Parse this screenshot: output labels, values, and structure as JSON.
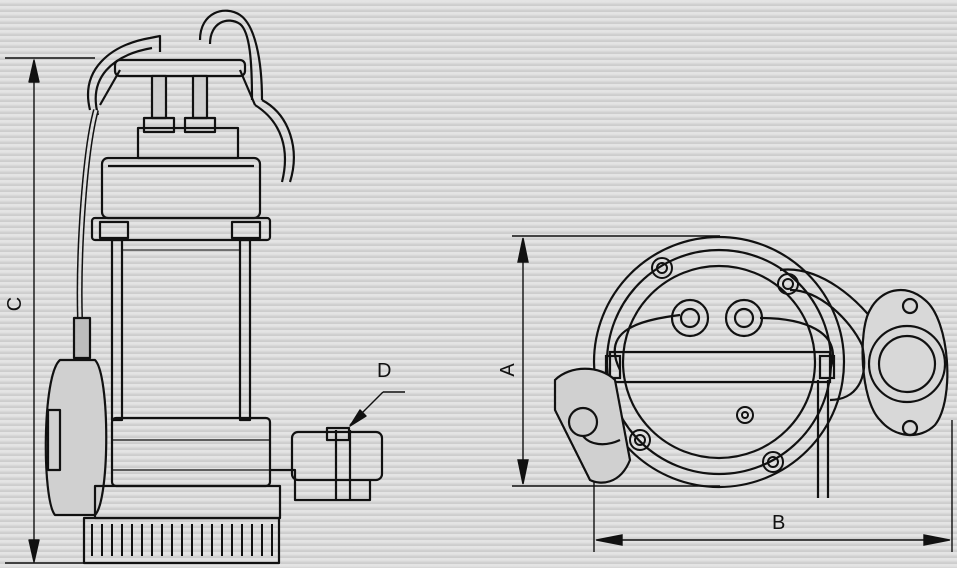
{
  "labels": {
    "height": "C",
    "depth": "A",
    "width": "B",
    "outlet": "D"
  },
  "colors": {
    "background": "#dcdcdc",
    "line": "#111111",
    "shade": "#bdbdbd"
  }
}
